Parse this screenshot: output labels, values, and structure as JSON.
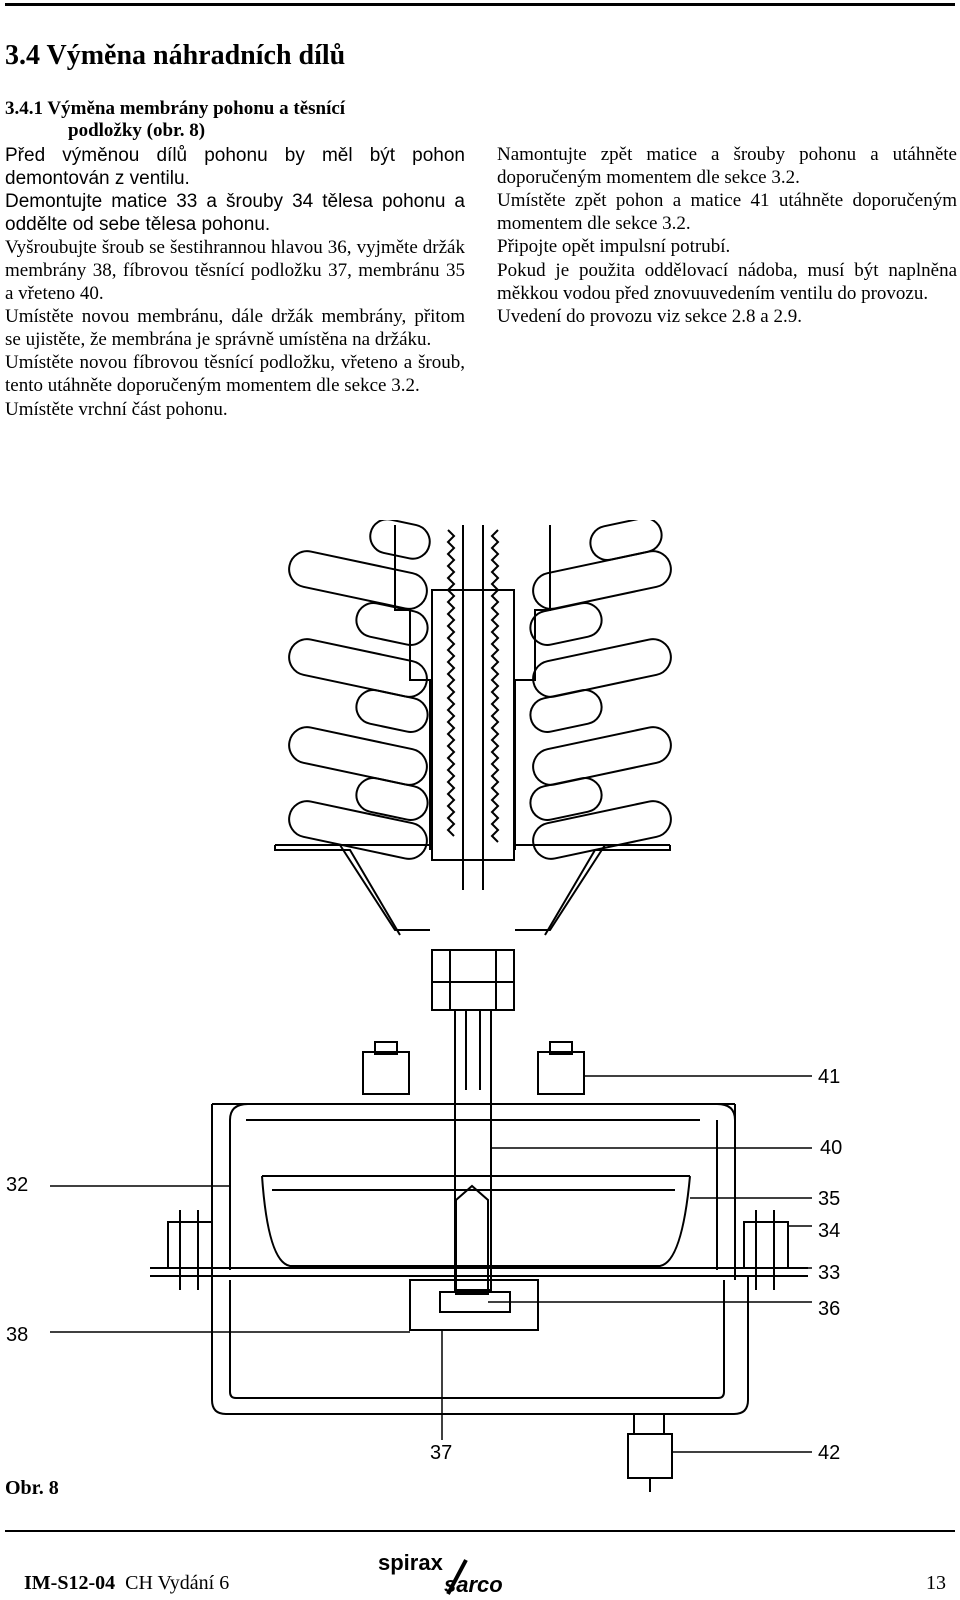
{
  "section_title": "3.4 Výměna náhradních dílů",
  "subsection_title_line1": "3.4.1 Výměna membrány pohonu a těsnící",
  "subsection_title_line2": "podložky (obr. 8)",
  "left_paragraphs": [
    "Před výměnou dílů pohonu by měl být pohon demontován z ventilu.",
    "Demontujte matice 33 a šrouby 34 tělesa pohonu a oddělte od sebe tělesa pohonu.",
    "Vyšroubujte šroub se šestihrannou hlavou 36, vyjměte držák membrány 38, fíbrovou těsnící podložku 37, membránu 35 a vřeteno 40.",
    "Umístěte novou membránu, dále držák membrány, přitom se ujistěte, že membrána je správně umístěna na držáku.",
    "Umístěte novou fíbrovou těsnící podložku, vřeteno a šroub, tento utáhněte doporučeným momentem dle sekce 3.2.",
    "Umístěte vrchní část pohonu."
  ],
  "right_paragraphs": [
    "Namontujte zpět matice a šrouby pohonu a utáhněte doporučeným momentem dle sekce 3.2.",
    "Umístěte zpět pohon a matice 41 utáhněte doporučeným momentem dle sekce 3.2.",
    "Připojte opět impulsní potrubí.",
    "Pokud je použita oddělovací nádoba, musí být naplněna měkkou vodou před znovuuvedením ventilu do provozu.",
    "Uvedení do provozu viz sekce 2.8 a 2.9."
  ],
  "callouts": {
    "c41": "41",
    "c40": "40",
    "c35": "35",
    "c34": "34",
    "c33": "33",
    "c36": "36",
    "c42": "42",
    "c37": "37",
    "c32": "32",
    "c38": "38"
  },
  "figure_caption": "Obr. 8",
  "footer": {
    "doc_code": "IM-S12-04",
    "doc_edition": "CH Vydání 6",
    "page_number": "13",
    "logo_top": "spirax",
    "logo_bottom": "sarco"
  }
}
